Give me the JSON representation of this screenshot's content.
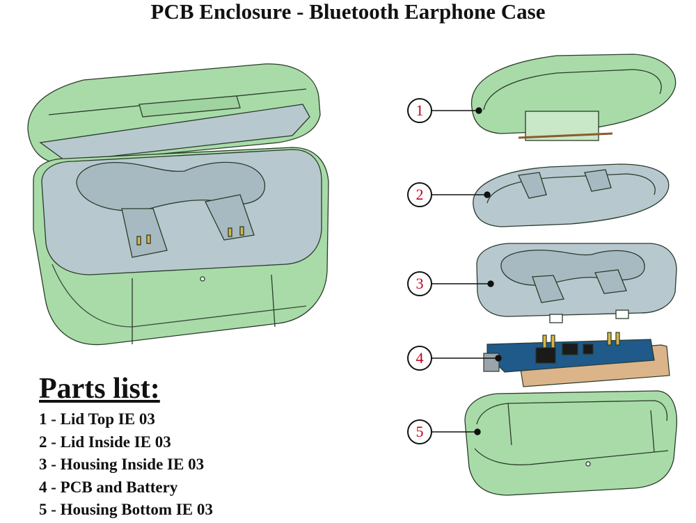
{
  "title": "PCB Enclosure - Bluetooth Earphone Case",
  "parts_list": {
    "heading": "Parts list:",
    "items": [
      "1 - Lid Top IE 03",
      "2 - Lid Inside IE 03",
      "3 - Housing Inside IE 03",
      "4 - PCB and Battery",
      "5 - Housing Bottom IE 03"
    ]
  },
  "callouts": [
    "1",
    "2",
    "3",
    "4",
    "5"
  ],
  "colors": {
    "shell_green": "#a8dba8",
    "shell_green_dark": "#7fc08a",
    "inner_grey": "#b7c9cf",
    "pcb_blue": "#1f5a8a",
    "battery_tan": "#dcb48a",
    "callout_text": "#c0001a"
  }
}
